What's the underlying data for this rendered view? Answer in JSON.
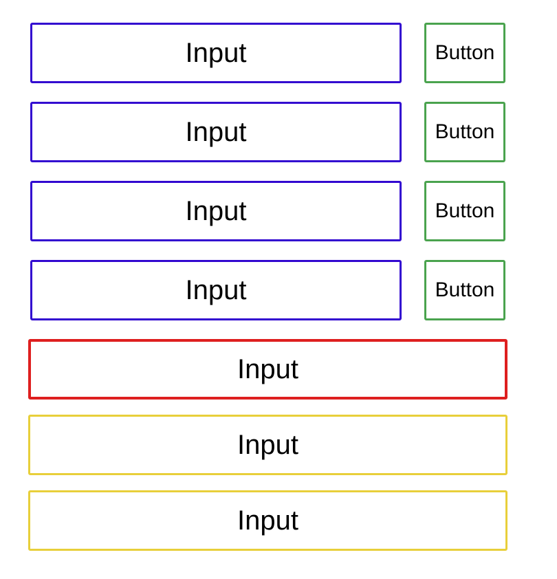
{
  "colors": {
    "input_blue_border": "#3208d0",
    "button_green_border": "#4aa34e",
    "input_red_border": "#de1f1f",
    "input_yellow_border": "#e8cf3a",
    "text": "#000000",
    "background": "#ffffff"
  },
  "rows": [
    {
      "input_label": "Input",
      "button_label": "Button"
    },
    {
      "input_label": "Input",
      "button_label": "Button"
    },
    {
      "input_label": "Input",
      "button_label": "Button"
    },
    {
      "input_label": "Input",
      "button_label": "Button"
    }
  ],
  "wide_inputs": [
    {
      "label": "Input",
      "variant": "red"
    },
    {
      "label": "Input",
      "variant": "yellow"
    },
    {
      "label": "Input",
      "variant": "yellow"
    }
  ]
}
